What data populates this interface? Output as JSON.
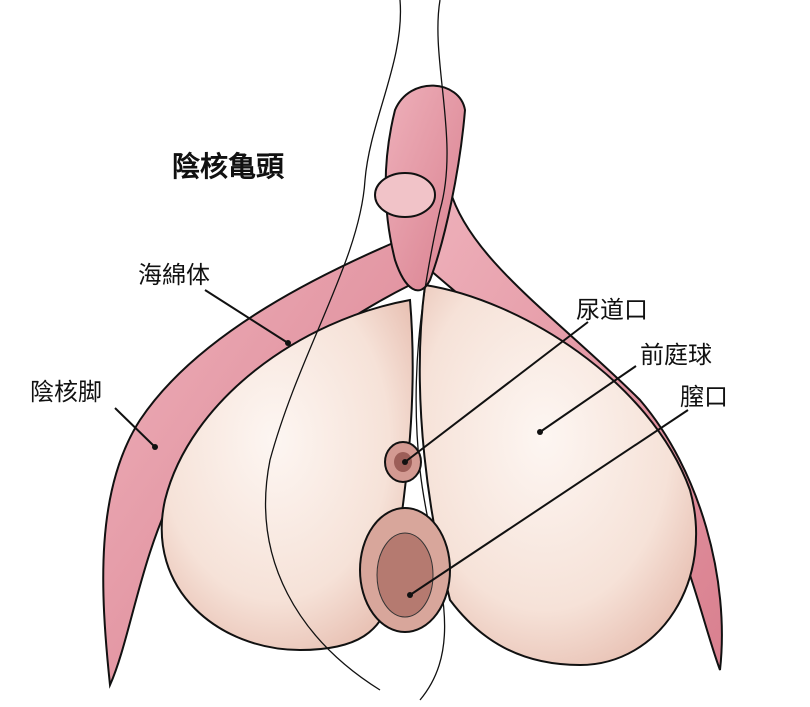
{
  "labels": {
    "glans": "陰核亀頭",
    "corpus_cavernosum": "海綿体",
    "crus": "陰核脚",
    "urethral_opening": "尿道口",
    "vestibular_bulb": "前庭球",
    "vaginal_opening": "膣口"
  },
  "colors": {
    "pink": "#e39aa6",
    "pink_dark": "#c9707f",
    "bulb": "#f6e4dc",
    "bulb_shade": "#ecc8bb",
    "line": "#111111"
  }
}
